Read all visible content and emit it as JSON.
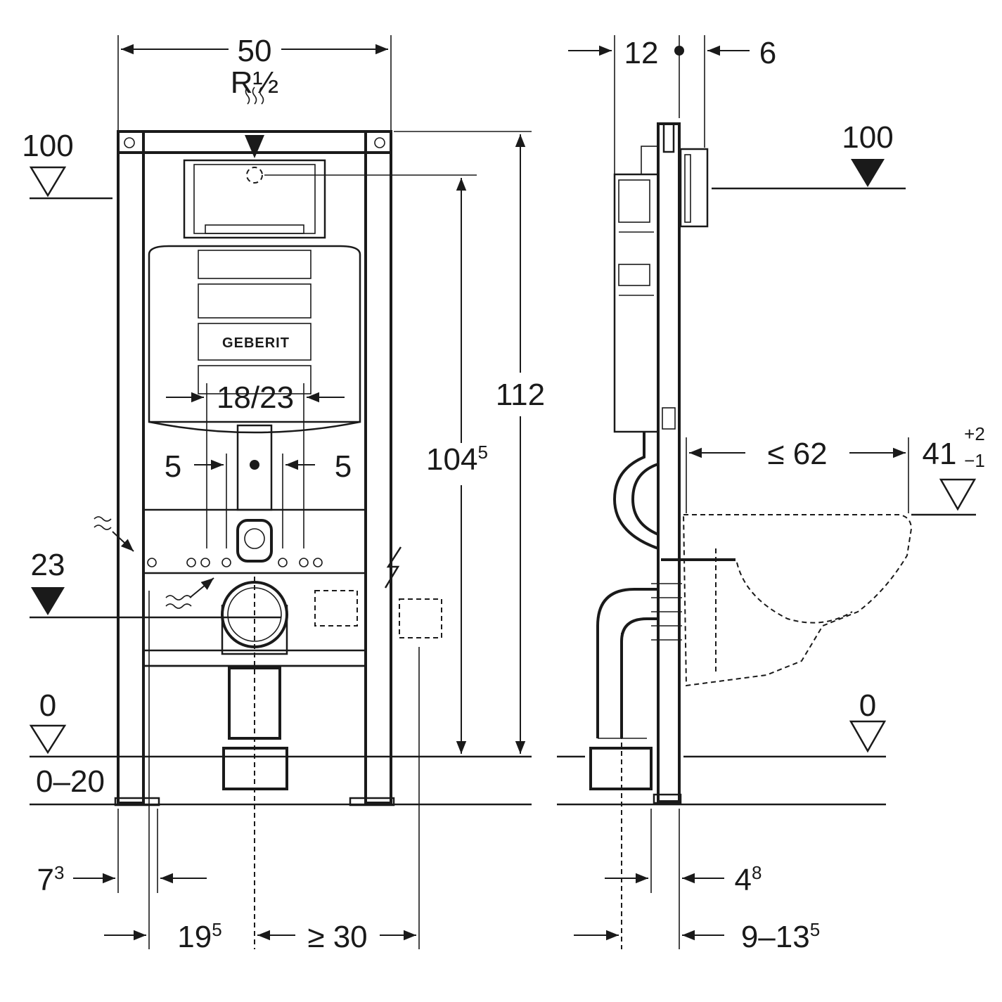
{
  "front_view": {
    "width": "50",
    "water_connection": "R½",
    "height_total": "112",
    "height_to_supply": "104",
    "height_to_supply_sup": "5",
    "bolt_spacing": "18/23",
    "offset_left": "5",
    "offset_right": "5",
    "level_supply": "100",
    "level_drain": "23",
    "level_floor": "0",
    "floor_range": "0–20",
    "foot_offset": "7",
    "foot_offset_sup": "3",
    "drain_offset": "19",
    "drain_offset_sup": "5",
    "electrical_clearance": "≥ 30",
    "logo": "GEBERIT"
  },
  "side_view": {
    "frame_depth": "12",
    "plate_offset": "6",
    "level_supply": "100",
    "bowl_projection": "≤ 62",
    "bowl_height": "41",
    "bowl_height_tol_plus": "+2",
    "bowl_height_tol_minus": "−1",
    "level_floor": "0",
    "foot_depth": "4",
    "foot_depth_sup": "8",
    "wall_range": "9–13",
    "wall_range_sup": "5"
  }
}
